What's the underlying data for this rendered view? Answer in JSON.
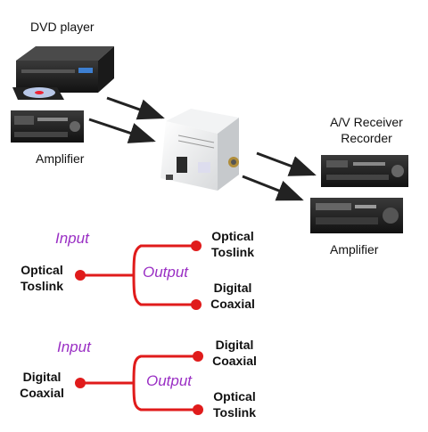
{
  "devices": {
    "dvd_player": "DVD player",
    "amplifier_in": "Amplifier",
    "receiver_line1": "A/V Receiver",
    "receiver_line2": "Recorder",
    "amplifier_out": "Amplifier"
  },
  "diagram1": {
    "input_label": "Input",
    "output_label": "Output",
    "source_line1": "Optical",
    "source_line2": "Toslink",
    "out_a_line1": "Optical",
    "out_a_line2": "Toslink",
    "out_b_line1": "Digital",
    "out_b_line2": "Coaxial"
  },
  "diagram2": {
    "input_label": "Input",
    "output_label": "Output",
    "source_line1": "Digital",
    "source_line2": "Coaxial",
    "out_a_line1": "Digital",
    "out_a_line2": "Coaxial",
    "out_b_line1": "Optical",
    "out_b_line2": "Toslink"
  },
  "colors": {
    "signal_red": "#e01b1b",
    "io_purple": "#9a2fc4",
    "device_dark": "#1c1c1c"
  }
}
